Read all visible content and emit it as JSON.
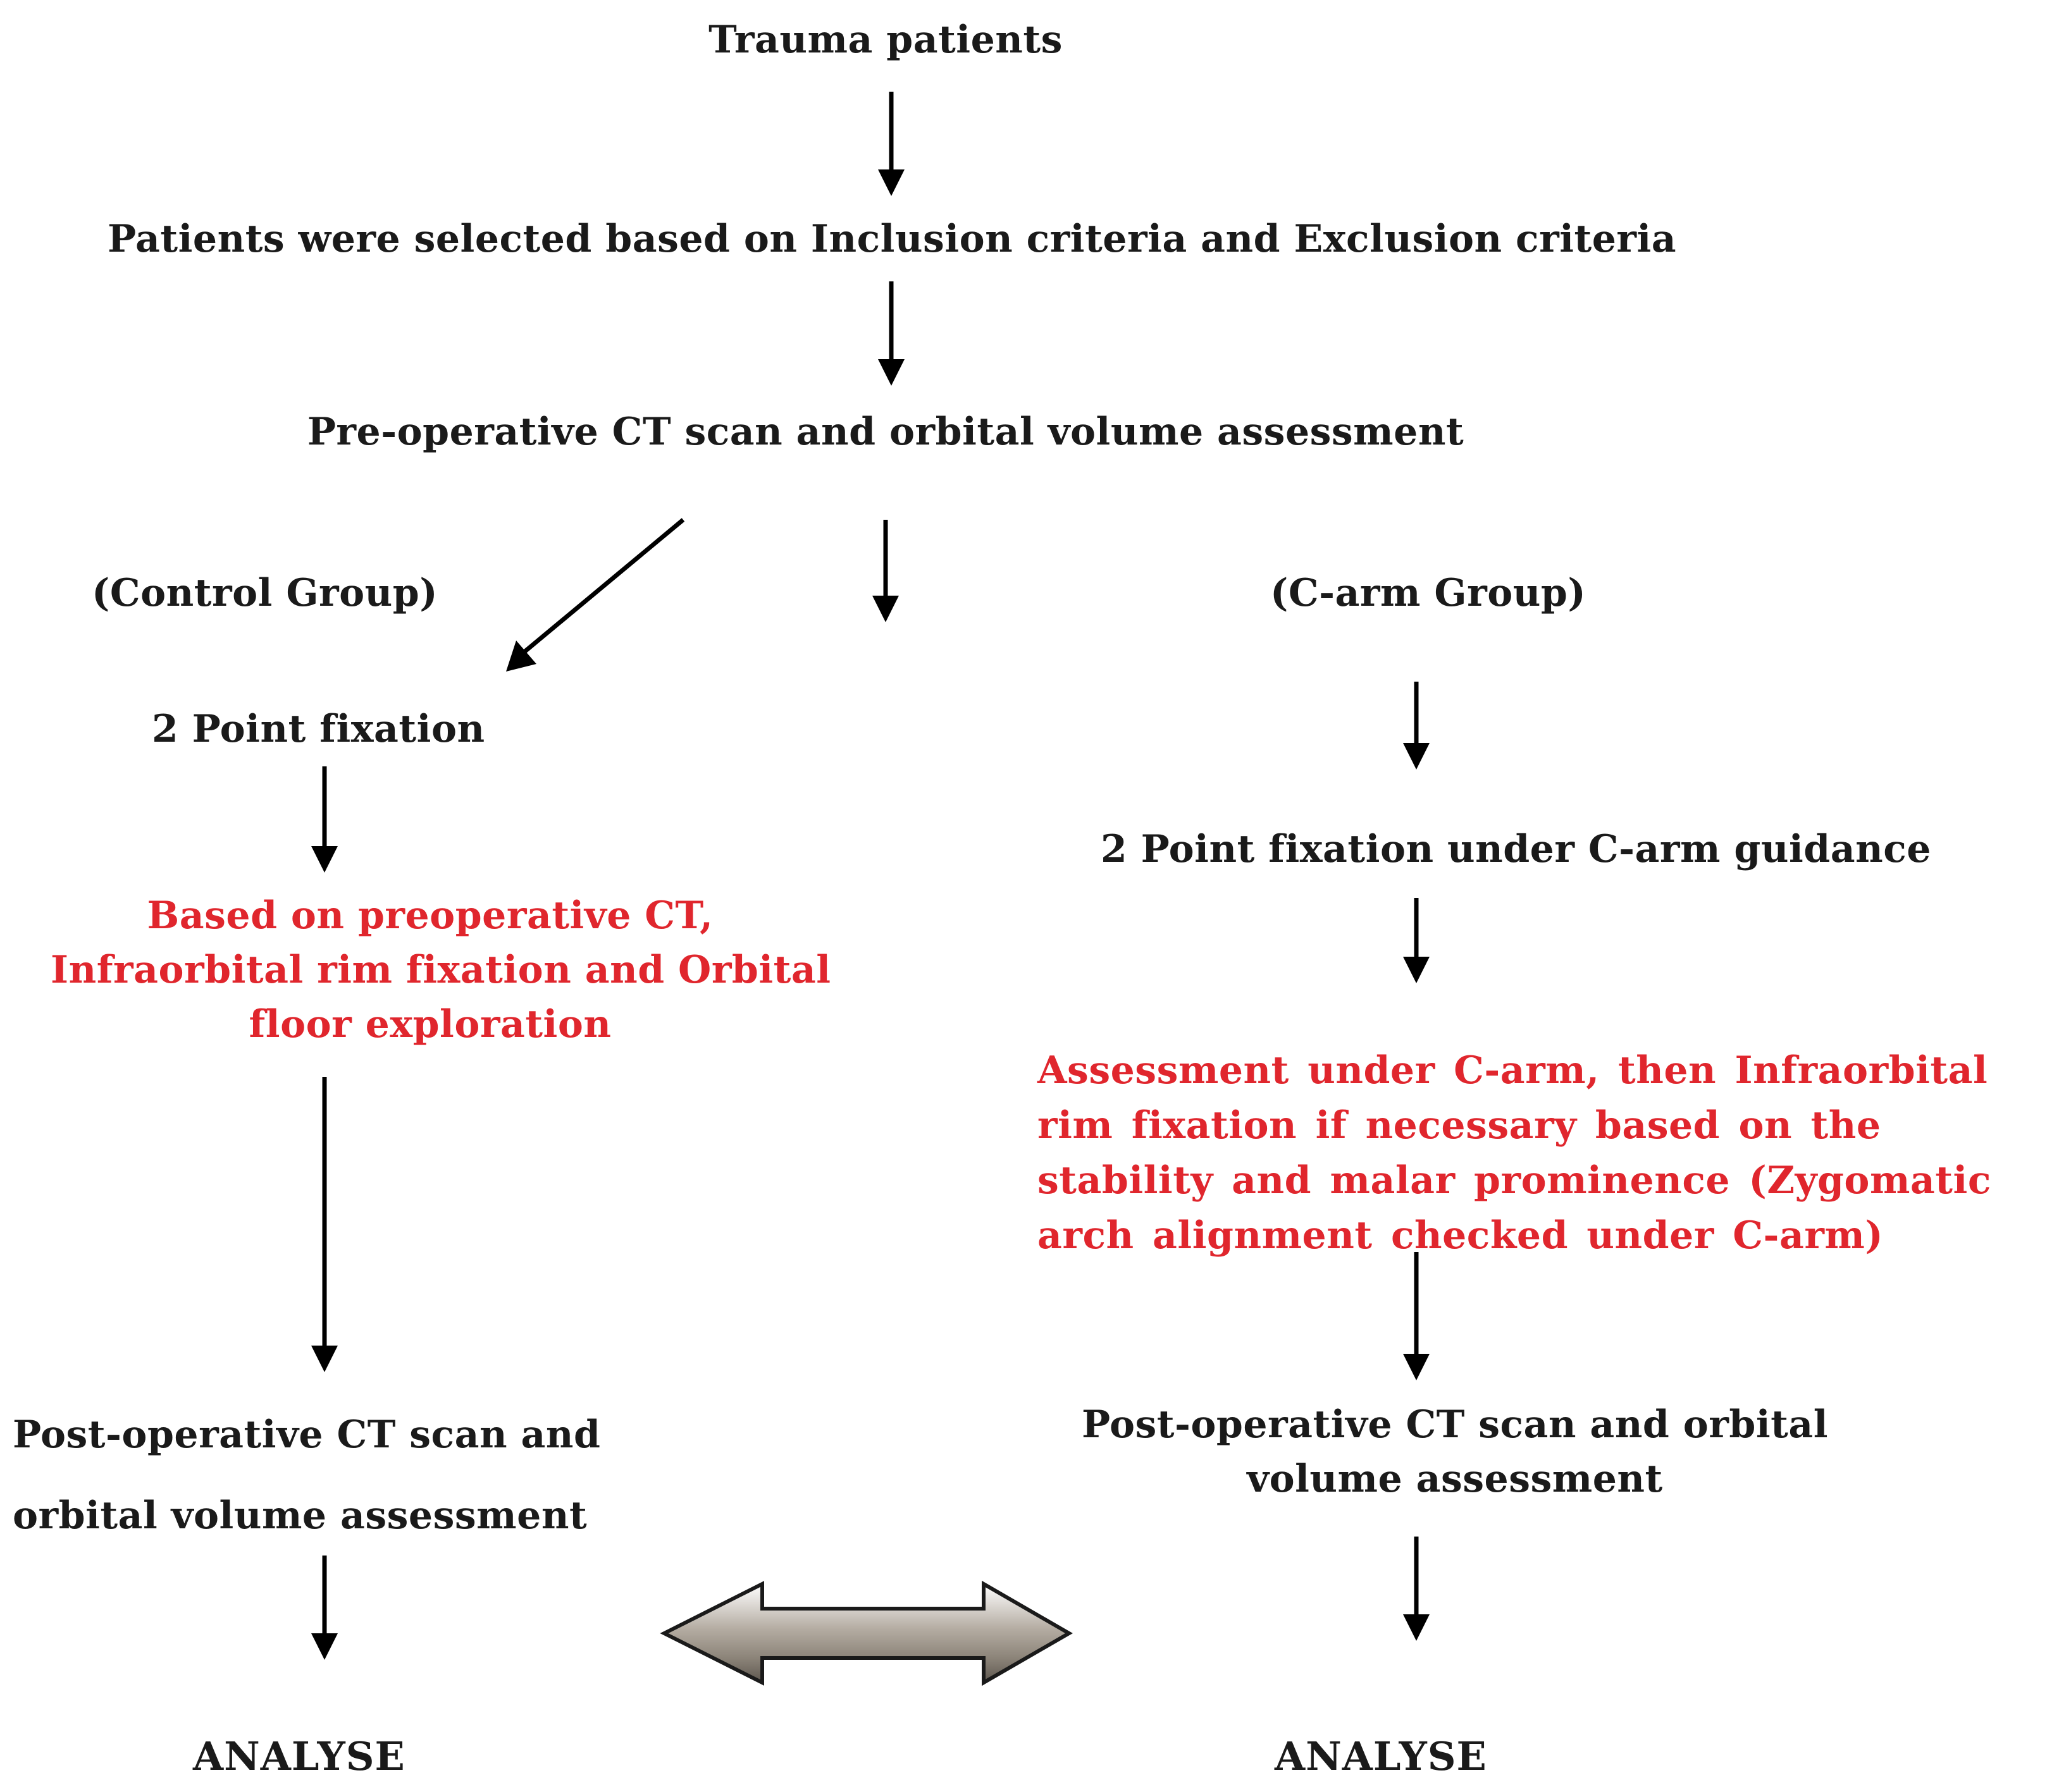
{
  "nodes": {
    "trauma_patients": "Trauma patients",
    "patient_selection": "Patients were selected based on Inclusion criteria and Exclusion criteria",
    "preop_ct": "Pre-operative CT scan and orbital volume assessment",
    "control_group": "(Control Group)",
    "carm_group": "(C-arm Group)",
    "control_fixation": "2 Point fixation",
    "carm_fixation": "2 Point fixation under C-arm guidance",
    "control_red_lines": [
      "Based on preoperative CT,",
      "Infraorbital rim fixation and Orbital",
      "floor exploration"
    ],
    "carm_red_text": "Assessment under C-arm, then Infraorbital rim fixation if necessary based on the stability and malar prominence (Zygomatic arch alignment checked under C-arm)",
    "control_postop_lines": [
      "Post-operative CT scan and",
      "orbital volume assessment"
    ],
    "carm_postop_lines": [
      "Post-operative CT scan  and orbital",
      "volume assessment"
    ],
    "control_analyse": "ANALYSE",
    "carm_analyse": "ANALYSE"
  },
  "colors": {
    "text": "#1a1a1a",
    "highlight_text": "#e0262d",
    "arrow": "#000000",
    "compare_arrow_fill": "#a79e92"
  },
  "icons": {
    "comparison": "double-headed-arrow-icon"
  }
}
